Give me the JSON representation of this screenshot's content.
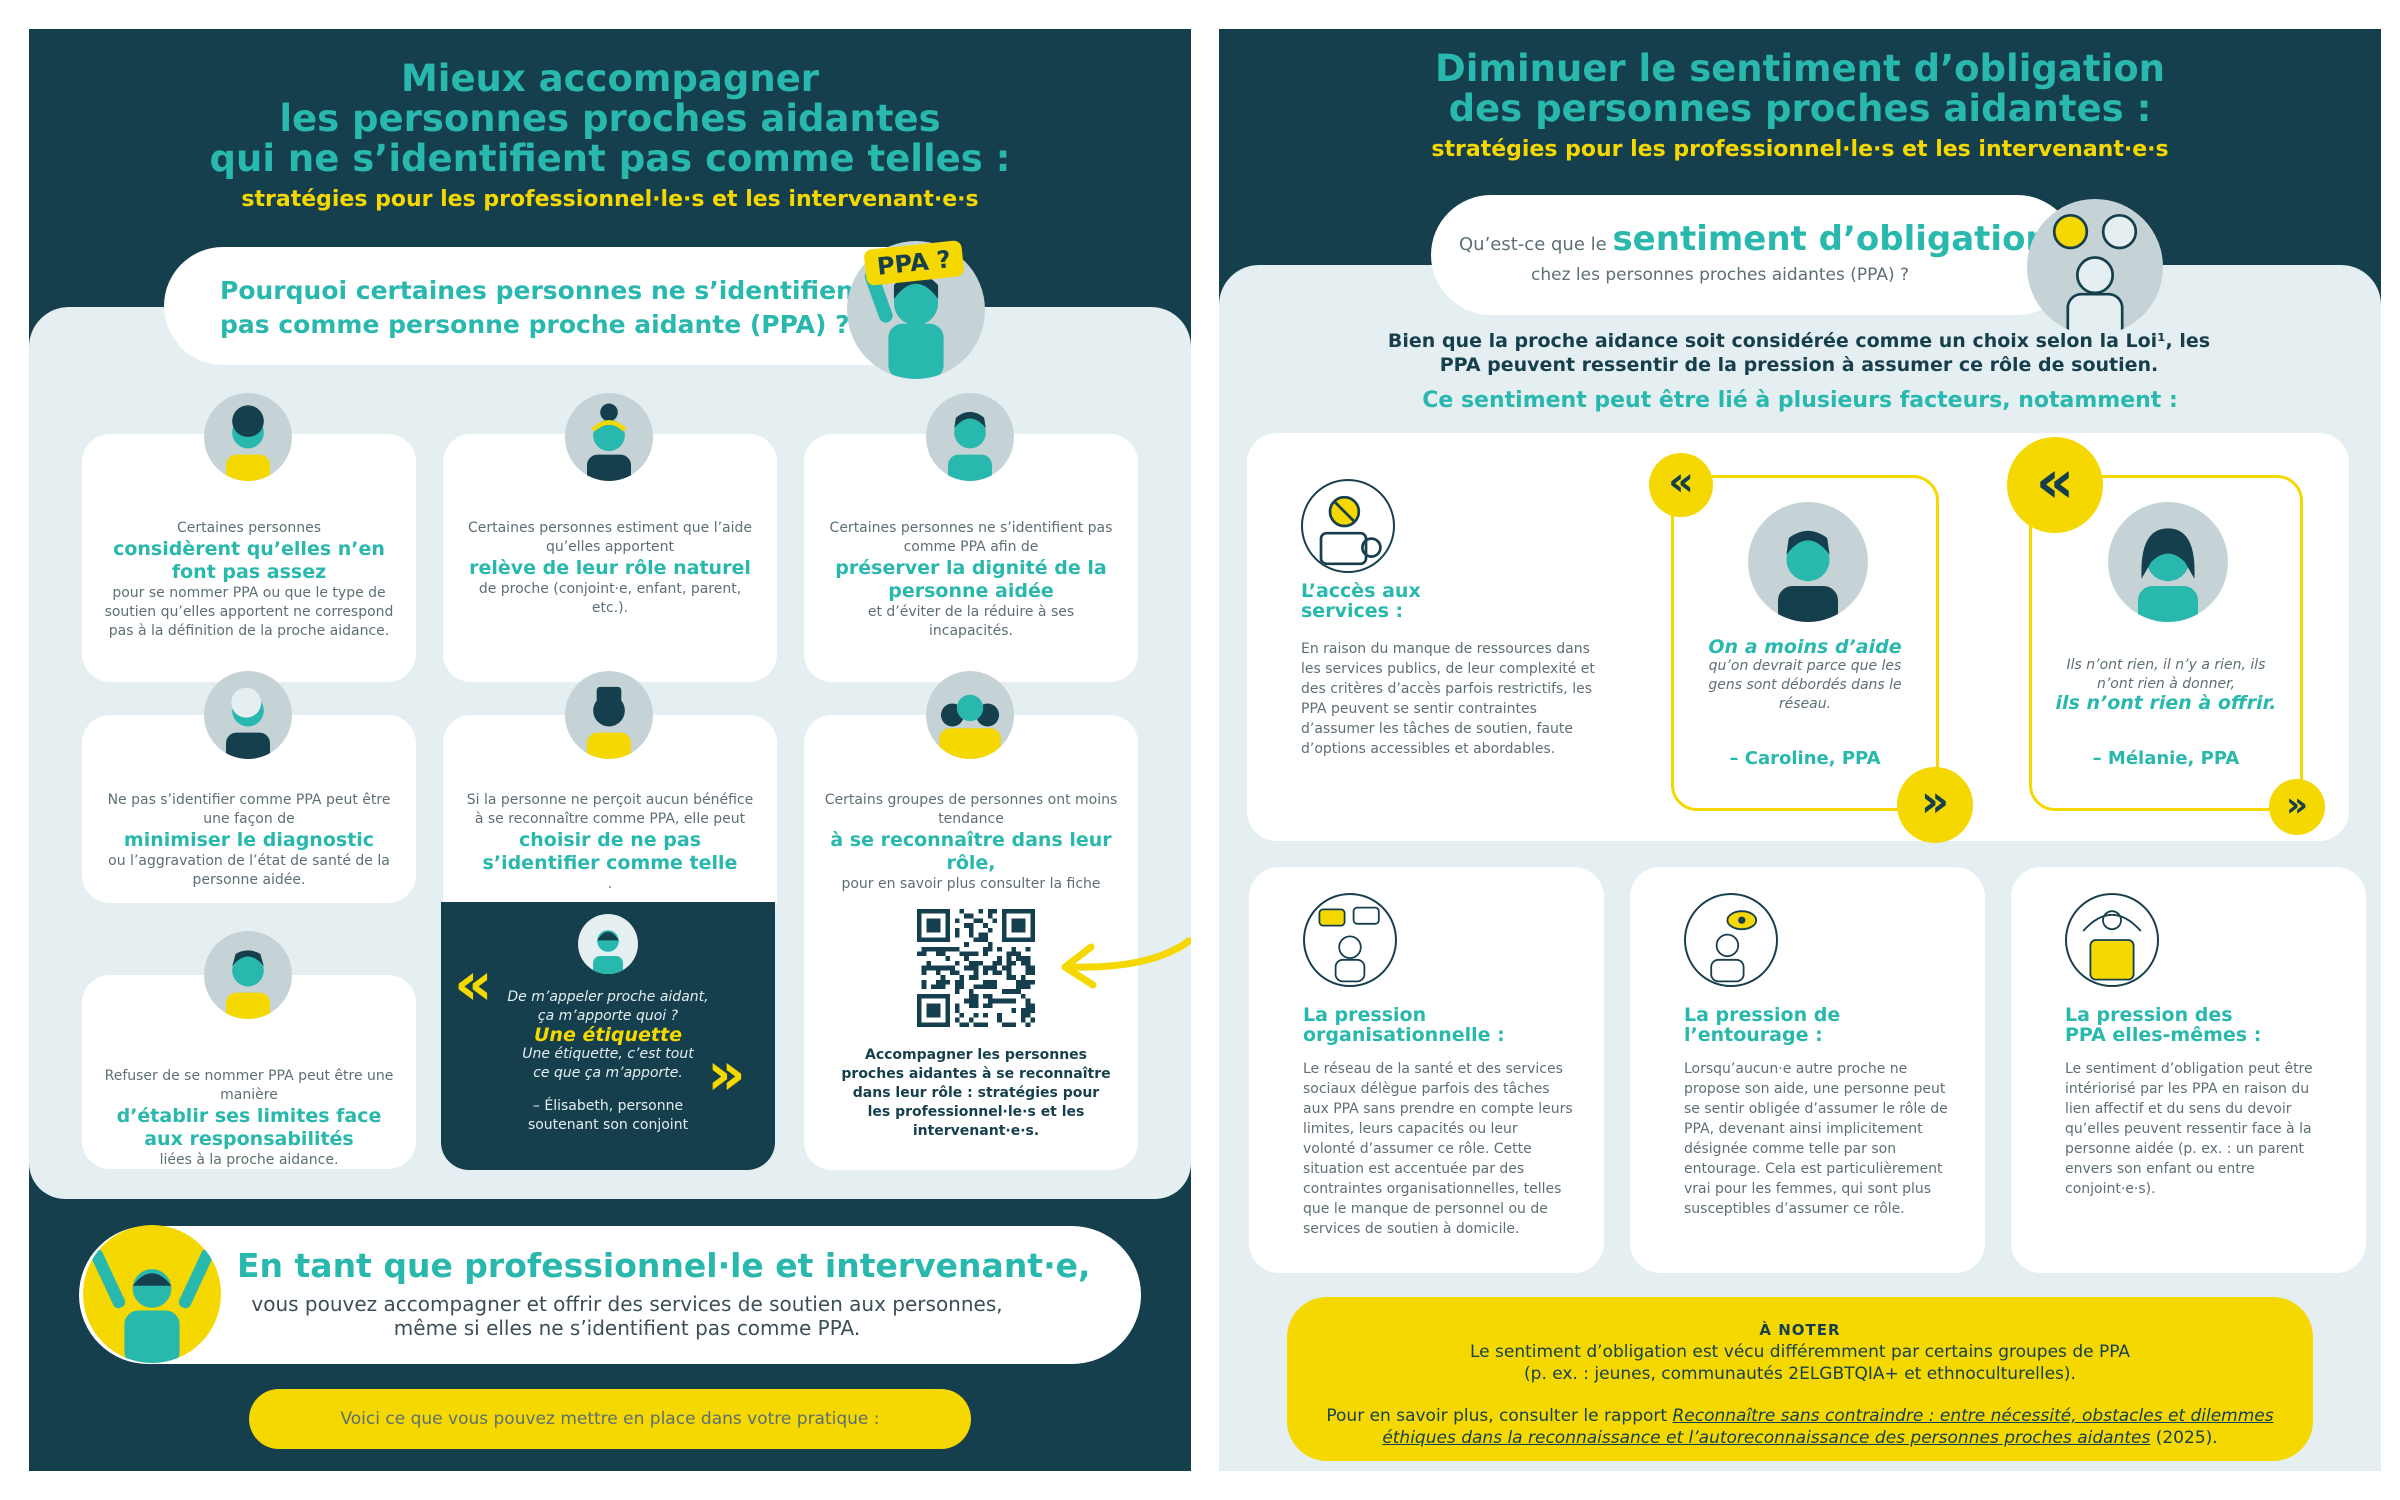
{
  "colors": {
    "navy": "#163f4d",
    "teal": "#29b8ad",
    "yellow": "#f4d800",
    "panel": "#e5eef0",
    "grey": "#c6d3d6"
  },
  "left": {
    "title_lines": [
      "Mieux accompagner",
      "les personnes proches aidantes",
      "qui ne s’identifient pas comme telles :"
    ],
    "subtitle": "stratégies pour les professionnel·le·s et les intervenant·e·s",
    "question": "Pourquoi certaines personnes ne s’identifient pas comme personne proche aidante (PPA) ?",
    "badge": "PPA ?",
    "cards": [
      {
        "pre": "Certaines personnes",
        "bold": "considèrent qu’elles n’en font pas assez",
        "post": "pour se nommer PPA ou que le type de soutien qu’elles apportent ne correspond pas à la définition de la proche aidance."
      },
      {
        "pre": "Certaines personnes estiment que l’aide qu’elles apportent",
        "bold": "relève de leur rôle naturel",
        "post": "de proche (conjoint·e, enfant, parent, etc.)."
      },
      {
        "pre": "Certaines personnes ne s’identifient pas comme PPA afin de",
        "bold": "préserver la dignité de la personne aidée",
        "post": "et d’éviter de la réduire à ses incapacités."
      },
      {
        "pre": "Ne pas s’identifier comme PPA peut être une façon de",
        "bold": "minimiser le diagnostic",
        "post": "ou l’aggravation de l’état de santé de la personne aidée."
      },
      {
        "pre": "Si la personne ne perçoit aucun bénéfice à se reconnaître comme PPA, elle peut",
        "bold": "choisir de ne pas s’identifier comme telle",
        "post": "."
      },
      {
        "pre": "Certains groupes de personnes ont moins tendance",
        "bold": "à se reconnaître dans leur rôle,",
        "post": "pour en savoir plus consulter la fiche"
      },
      {
        "pre": "Refuser de se nommer PPA peut être une manière",
        "bold": "d’établir ses limites face aux responsabilités",
        "post": "liées à la proche aidance."
      }
    ],
    "quote": {
      "line1": "De m’appeler proche aidant,",
      "line2": "ça m’apporte quoi ?",
      "bold": "Une étiquette",
      "line3": "Une étiquette, c’est tout",
      "line4": "ce que ça m’apporte.",
      "author1": "– Élisabeth, personne",
      "author2": "soutenant son conjoint"
    },
    "qr_caption": "Accompagner les personnes proches aidantes à se reconnaître dans leur rôle : stratégies pour les professionnel·le·s et les intervenant·e·s.",
    "bottom_title": "En tant que professionnel·le et intervenant·e,",
    "bottom_text": "vous pouvez accompagner et offrir des services de soutien aux personnes, même si elles ne s’identifient pas comme PPA.",
    "pill": "Voici ce que vous pouvez mettre en place dans votre pratique :"
  },
  "right": {
    "title_lines": [
      "Diminuer le sentiment d’obligation",
      "des personnes proches aidantes :"
    ],
    "subtitle": "stratégies pour les professionnel·le·s et les intervenant·e·s",
    "q_prefix": "Qu’est-ce que le",
    "q_bold": "sentiment d’obligation",
    "q_suffix": "chez les personnes proches aidantes (PPA) ?",
    "intro": "Bien que la proche aidance soit considérée comme un choix selon la Loi¹, les PPA peuvent ressentir de la pression à assumer ce rôle de soutien.",
    "intro2": "Ce sentiment peut être lié à plusieurs facteurs, notamment :",
    "access_title": "L’accès aux services :",
    "access_text": "En raison du manque de ressources dans les services publics, de leur complexité et des critères d’accès parfois restrictifs, les PPA peuvent se sentir contraintes d’assumer les tâches de soutien, faute d’options accessibles et abordables.",
    "quote1": {
      "bold": "On a moins d’aide",
      "text": "qu’on devrait parce que les gens sont débordés dans le réseau.",
      "author": "– Caroline, PPA"
    },
    "quote2": {
      "text": "Ils n’ont rien, il n’y a rien, ils n’ont rien à donner,",
      "bold": "ils n’ont rien à offrir.",
      "author": "– Mélanie, PPA"
    },
    "cards": [
      {
        "title": "La pression organisationnelle :",
        "text": "Le réseau de la santé et des services sociaux délègue parfois des tâches aux PPA sans prendre en compte leurs limites, leurs capacités ou leur volonté d’assumer ce rôle. Cette situation est accentuée par des contraintes organisationnelles, telles que le manque de personnel ou de services de soutien à domicile."
      },
      {
        "title": "La pression de l’entourage :",
        "text": "Lorsqu’aucun·e autre proche ne propose son aide, une personne peut se sentir obligée d’assumer le rôle de PPA, devenant ainsi implicitement désignée comme telle par son entourage. Cela est particulièrement vrai pour les femmes, qui sont plus susceptibles d’assumer ce rôle."
      },
      {
        "title": "La pression des PPA elles-mêmes :",
        "text": "Le sentiment d’obligation peut être intériorisé par les PPA en raison du lien affectif et du sens du devoir qu’elles peuvent ressentir face à la personne aidée (p. ex. : un parent envers son enfant ou entre conjoint·e·s)."
      }
    ],
    "note_head": "À NOTER",
    "note_line1": "Le sentiment d’obligation est vécu différemment par certains groupes de PPA",
    "note_line2": "(p. ex. : jeunes, communautés 2ELGBTQIA+ et ethnoculturelles).",
    "note_more": "Pour en savoir plus, consulter le rapport",
    "note_link": "Reconnaître sans contraindre : entre nécessité, obstacles et dilemmes éthiques dans la reconnaissance et l’autoreconnaissance des personnes proches aidantes",
    "note_year": "(2025)."
  }
}
